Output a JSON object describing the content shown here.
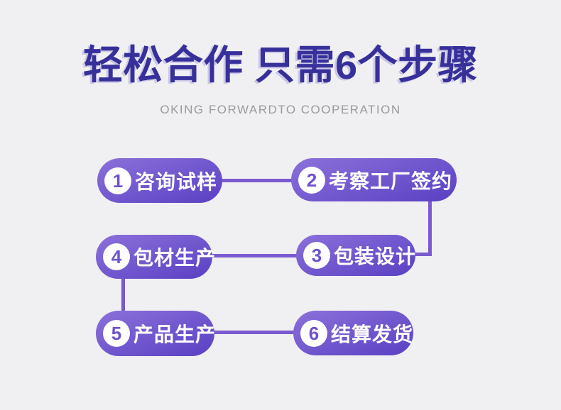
{
  "header": {
    "title": "轻松合作 只需6个步骤",
    "subtitle": "OKING FORWARDTO COOPERATION"
  },
  "steps": [
    {
      "number": "1",
      "label": "咨询试样"
    },
    {
      "number": "2",
      "label": "考察工厂签约"
    },
    {
      "number": "3",
      "label": "包装设计"
    },
    {
      "number": "4",
      "label": "包材生产"
    },
    {
      "number": "5",
      "label": "产品生产"
    },
    {
      "number": "6",
      "label": "结算发货"
    }
  ],
  "colors": {
    "page_bg": "#f0eff2",
    "title": "#37309b",
    "subtitle": "#9a9a9f",
    "pill_gradient_start": "#8b71da",
    "pill_gradient_end": "#5a40c3",
    "connector": "#7a5ad0",
    "step_number": "#6f52cd",
    "step_text": "#ffffff"
  }
}
